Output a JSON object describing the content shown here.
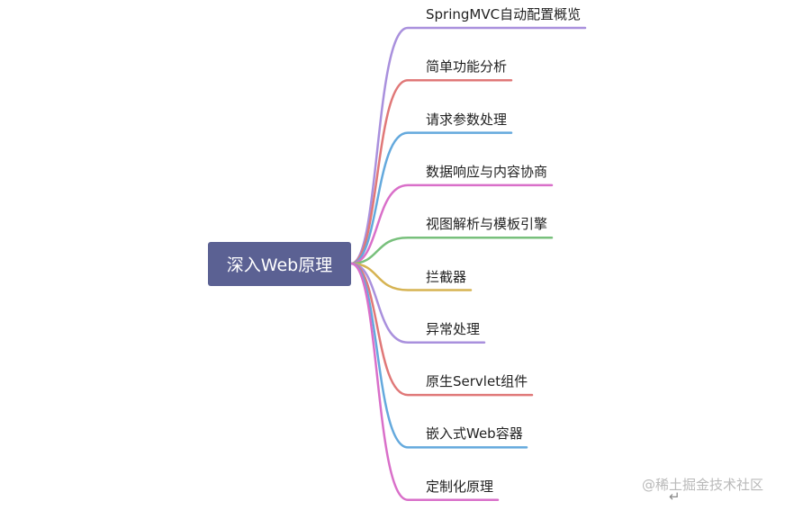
{
  "root": {
    "label": "深入Web原理"
  },
  "branches": [
    {
      "label": "SpringMVC自动配置概览",
      "color": "#a990dd"
    },
    {
      "label": "简单功能分析",
      "color": "#e07878"
    },
    {
      "label": "请求参数处理",
      "color": "#64a9dd"
    },
    {
      "label": "数据响应与内容协商",
      "color": "#d96fc9"
    },
    {
      "label": "视图解析与模板引擎",
      "color": "#78c07c"
    },
    {
      "label": "拦截器",
      "color": "#d6b352"
    },
    {
      "label": "异常处理",
      "color": "#a990dd"
    },
    {
      "label": "原生Servlet组件",
      "color": "#e07878"
    },
    {
      "label": "嵌入式Web容器",
      "color": "#64a9dd"
    },
    {
      "label": "定制化原理",
      "color": "#d96fc9"
    }
  ],
  "watermark": {
    "text": "@稀土掘金技术社区"
  }
}
